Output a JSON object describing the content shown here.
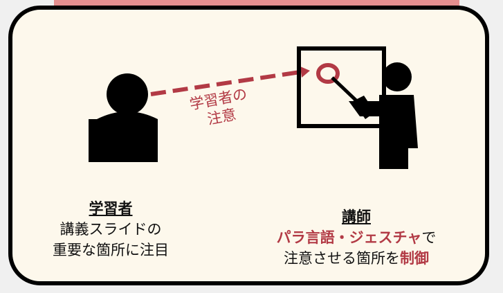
{
  "colors": {
    "accent": "#b23a45",
    "banner": "#e58f8f",
    "card_bg": "#fdf8ec"
  },
  "attention_label": {
    "line1": "学習者の",
    "line2": "注意"
  },
  "learner": {
    "title": "学習者",
    "line1": "講義スライドの",
    "line2": "重要な箇所に注目"
  },
  "instructor": {
    "title": "講師",
    "line1_accent": "パラ言語・ジェスチャ",
    "line1_rest": "で",
    "line2_rest": "注意させる箇所を",
    "line2_accent": "制御"
  }
}
